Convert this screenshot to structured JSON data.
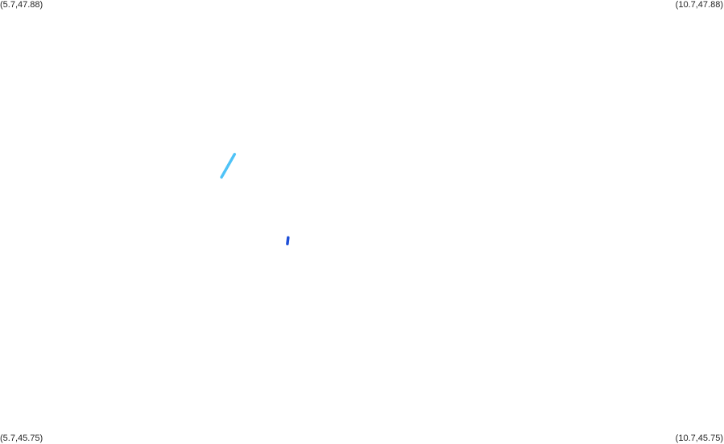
{
  "corners": {
    "top_left": "(5.7,47.88)",
    "top_right": "(10.7,47.88)",
    "bottom_left": "(5.7,45.75)",
    "bottom_right": "(10.7,45.75)"
  },
  "bounds": {
    "lon_min": 5.7,
    "lon_max": 10.7,
    "lat_min": 45.75,
    "lat_max": 47.88
  },
  "features": [
    {
      "name": "light-blue-segment",
      "color": "#4fc3f7",
      "points": [
        [
          7.32,
          47.14
        ],
        [
          7.23,
          47.03
        ]
      ]
    },
    {
      "name": "dark-blue-segment",
      "color": "#1e4fd8",
      "points": [
        [
          7.69,
          46.74
        ],
        [
          7.685,
          46.71
        ]
      ]
    }
  ]
}
